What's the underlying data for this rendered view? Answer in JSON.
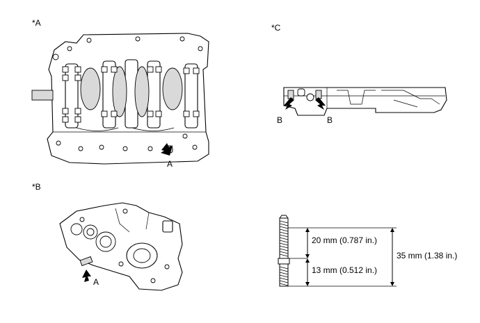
{
  "panels": {
    "a": {
      "tag": "*A",
      "callout": "A"
    },
    "b": {
      "tag": "*B",
      "callout": "A"
    },
    "c": {
      "tag": "*C",
      "callout_left": "B",
      "callout_right": "B"
    }
  },
  "stud": {
    "dim_upper": "20 mm (0.787 in.)",
    "dim_lower": "13 mm (0.512 in.)",
    "dim_total": "35 mm (1.38 in.)"
  }
}
